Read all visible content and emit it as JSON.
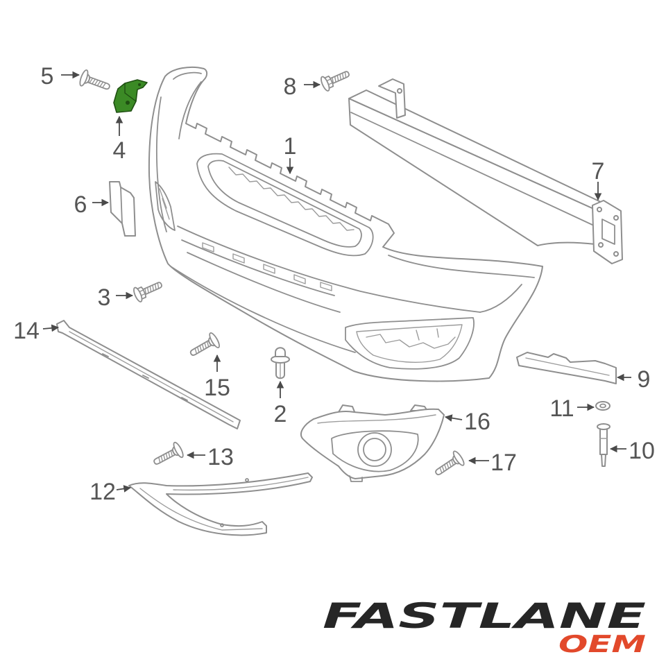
{
  "diagram": {
    "callouts": [
      "1",
      "2",
      "3",
      "4",
      "5",
      "6",
      "7",
      "8",
      "9",
      "10",
      "11",
      "12",
      "13",
      "14",
      "15",
      "16",
      "17"
    ]
  },
  "logo": {
    "brand": "FASTLANE",
    "sub": "OEM"
  },
  "colors": {
    "highlight": "#3b8a25",
    "brand": "#262626",
    "sub": "#e2492b"
  }
}
